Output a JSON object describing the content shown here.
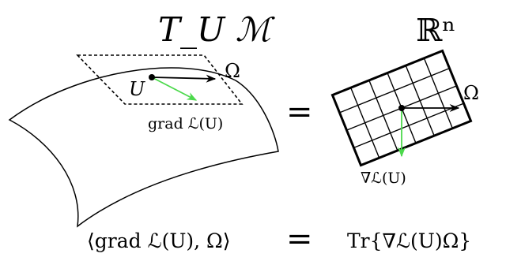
{
  "labels": {
    "tangent_space_title": "T_U ℳ",
    "euclidean_space_title": "ℝⁿ",
    "point_label": "U",
    "omega_left": "Ω",
    "omega_right": "Ω",
    "riemannian_grad_label": "grad ℒ(U)",
    "euclidean_grad_label": "∇ℒ(U)",
    "middle_equals": "=",
    "bottom_equals": "=",
    "formula_left": "⟨grad ℒ(U), Ω⟩",
    "formula_right": "Tr{∇ℒ(U)Ω}"
  },
  "colors": {
    "ink": "#000000",
    "gradient_green": "#4cd94c"
  }
}
